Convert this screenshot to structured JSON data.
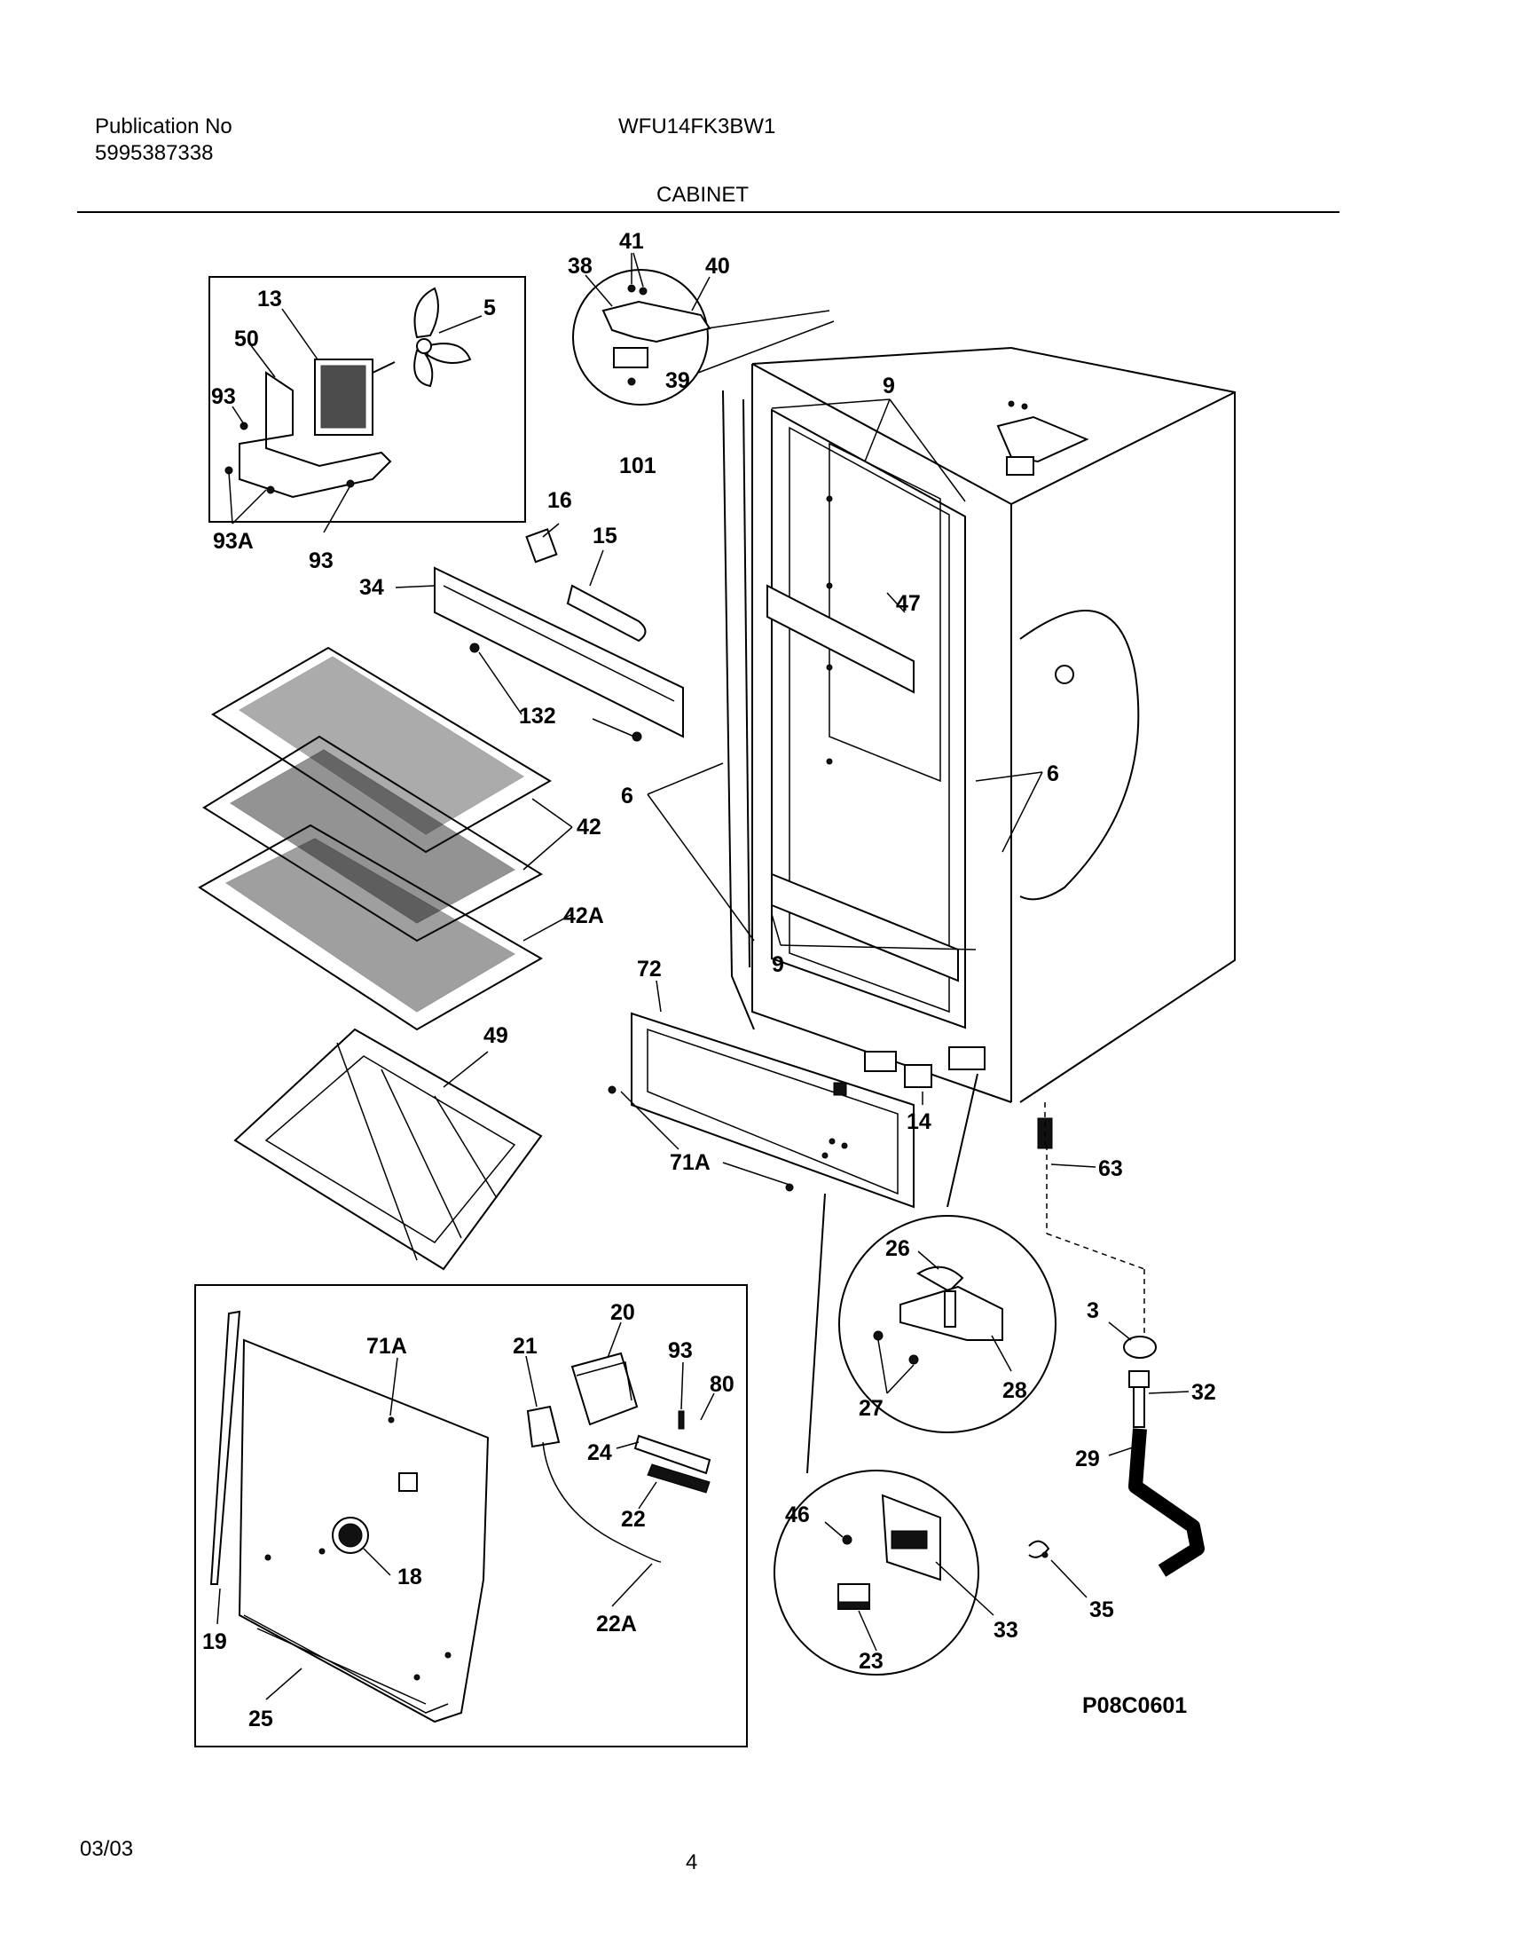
{
  "header": {
    "publication_label": "Publication No",
    "publication_number": "5995387338",
    "model": "WFU14FK3BW1",
    "section": "CABINET"
  },
  "footer": {
    "date": "03/03",
    "page": "4"
  },
  "diagram_code": "P08C0601",
  "callouts": {
    "c41": "41",
    "c38": "38",
    "c40": "40",
    "c39": "39",
    "c101": "101",
    "c13": "13",
    "c5": "5",
    "c50": "50",
    "c93a": "93",
    "c93b": "93A",
    "c93c": "93",
    "c16": "16",
    "c15": "15",
    "c34": "34",
    "c132": "132",
    "c9a": "9",
    "c47": "47",
    "c6a": "6",
    "c6b": "6",
    "c9b": "9",
    "c42": "42",
    "c42a": "42A",
    "c49": "49",
    "c72": "72",
    "c14": "14",
    "c71a": "71A",
    "c63": "63",
    "c26": "26",
    "c27": "27",
    "c28": "28",
    "c3": "3",
    "c32": "32",
    "c29": "29",
    "c20": "20",
    "c71ab": "71A",
    "c21": "21",
    "c93d": "93",
    "c80": "80",
    "c24": "24",
    "c22": "22",
    "c22a": "22A",
    "c18": "18",
    "c19": "19",
    "c25": "25",
    "c46": "46",
    "c33": "33",
    "c23": "23",
    "c35": "35"
  }
}
